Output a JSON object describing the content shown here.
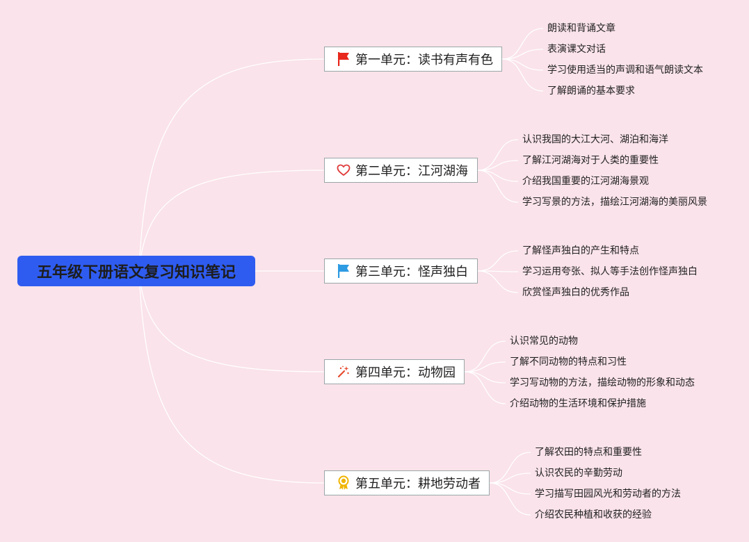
{
  "root": {
    "title": "五年级下册语文复习知识笔记"
  },
  "branches": [
    {
      "title": "第一单元：读书有声有色",
      "icon": "red-flag-icon",
      "color": "#e8281c",
      "items": [
        "朗读和背诵文章",
        "表演课文对话",
        "学习使用适当的声调和语气朗读文本",
        "了解朗诵的基本要求"
      ]
    },
    {
      "title": "第二单元：江河湖海",
      "icon": "heart-outline-icon",
      "color": "#e03a3a",
      "items": [
        "认识我国的大江大河、湖泊和海洋",
        "了解江河湖海对于人类的重要性",
        "介绍我国重要的江河湖海景观",
        "学习写景的方法，描绘江河湖海的美丽风景"
      ]
    },
    {
      "title": "第三单元：怪声独白",
      "icon": "blue-flag-icon",
      "color": "#2e9be3",
      "items": [
        "了解怪声独白的产生和特点",
        "学习运用夸张、拟人等手法创作怪声独白",
        "欣赏怪声独白的优秀作品"
      ]
    },
    {
      "title": "第四单元：动物园",
      "icon": "magic-wand-icon",
      "color": "#e64a2e",
      "items": [
        "认识常见的动物",
        "了解不同动物的特点和习性",
        "学习写动物的方法，描绘动物的形象和动态",
        "介绍动物的生活环境和保护措施"
      ]
    },
    {
      "title": "第五单元：耕地劳动者",
      "icon": "award-ribbon-icon",
      "color": "#f0b400",
      "items": [
        "了解农田的特点和重要性",
        "认识农民的辛勤劳动",
        "学习描写田园风光和劳动者的方法",
        "介绍农民种植和收获的经验"
      ]
    }
  ]
}
